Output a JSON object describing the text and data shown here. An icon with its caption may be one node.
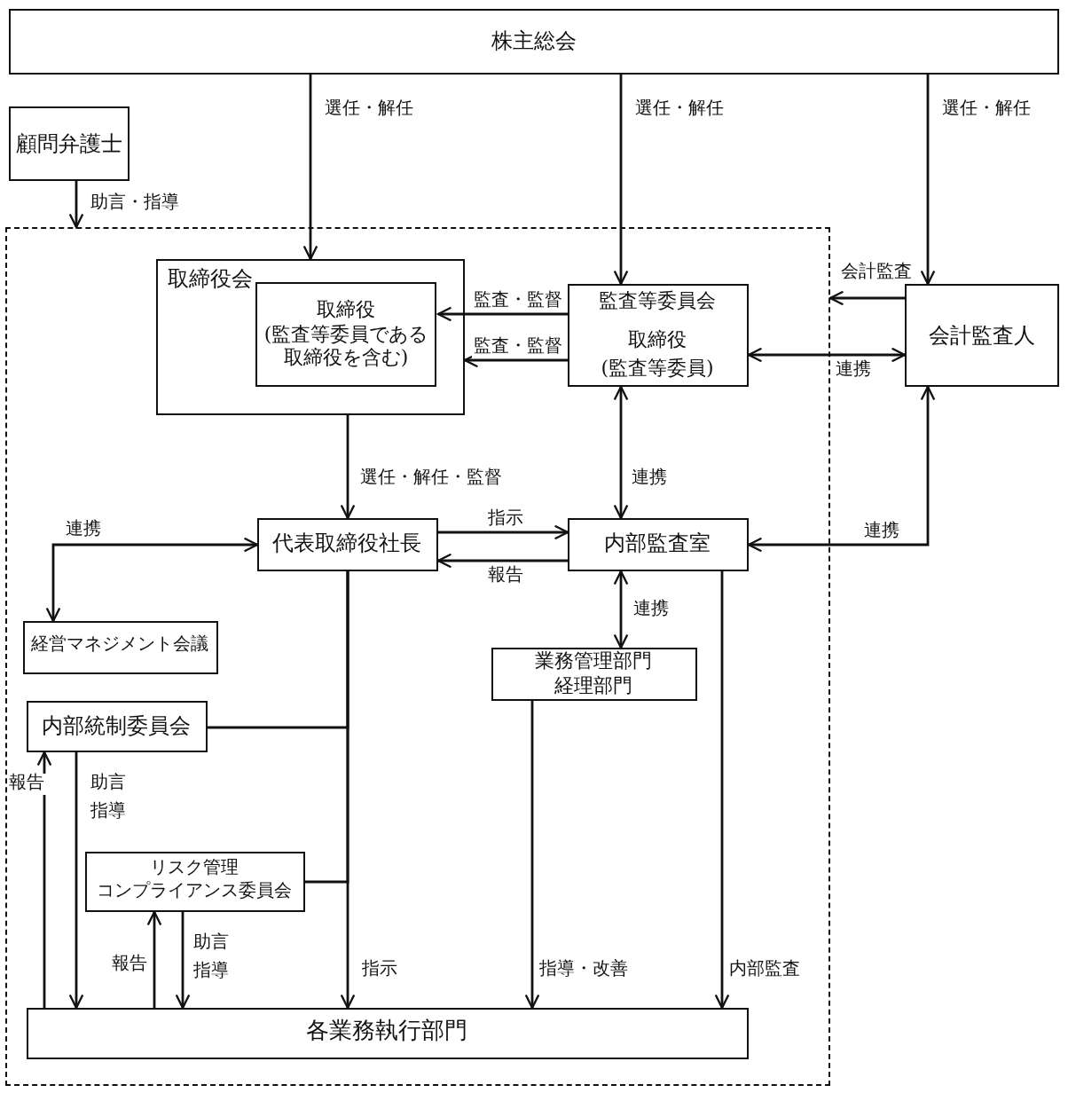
{
  "diagram": {
    "nodes": [
      {
        "text": [
          "株主総会"
        ]
      },
      {
        "text": [
          "顧問弁護士"
        ]
      },
      {
        "text": [],
        "shape": "box"
      },
      {
        "text": [
          "取締役会"
        ],
        "in": 2
      },
      {
        "text": [
          "取締役",
          "(監査等委員である取締役を含む)"
        ],
        "in": 3
      },
      {
        "text": [
          "監査等委員会",
          "取締役",
          "(監査等委員)"
        ],
        "in": 2
      },
      {
        "text": [
          "会計監査人"
        ]
      },
      {
        "text": [
          "代表取締役社長"
        ],
        "in": 2
      },
      {
        "text": [
          "内部監査室"
        ],
        "in": 2
      },
      {
        "text": [
          "経営マネジメント会議"
        ],
        "in": 2
      },
      {
        "text": [
          "内部統制委員会"
        ],
        "in": 2
      },
      {
        "text": [
          "業務管理部門",
          "経理部門"
        ],
        "in": 2
      },
      {
        "text": [
          "リスク管理",
          "コンプライアンス委員会"
        ],
        "in": 2
      },
      {
        "text": [
          "各業務執行部門"
        ],
        "in": 2
      }
    ],
    "edges": [
      {
        "from": 0,
        "to": 3,
        "arrow": "to",
        "label": "選任・解任"
      },
      {
        "from": 0,
        "to": 5,
        "arrow": "to",
        "label": "選任・解任"
      },
      {
        "from": 0,
        "to": 6,
        "arrow": "to",
        "label": "選任・解任"
      },
      {
        "from": 1,
        "to": 2,
        "arrow": "to",
        "label": "助言・指導"
      },
      {
        "from": 5,
        "to": 4,
        "arrow": "to",
        "label": "監査・監督"
      },
      {
        "from": 5,
        "to": 3,
        "arrow": "to",
        "label": "監査・監督"
      },
      {
        "from": 6,
        "to": 2,
        "arrow": "to",
        "label": "会計監査"
      },
      {
        "from": 5,
        "to": 6,
        "arrow": "both",
        "label": "連携"
      },
      {
        "from": 3,
        "to": 7,
        "arrow": "to",
        "label": "選任・解任・監督"
      },
      {
        "from": 5,
        "to": 8,
        "arrow": "both",
        "label": "連携"
      },
      {
        "from": 7,
        "to": 8,
        "arrow": "to",
        "label": "指示"
      },
      {
        "from": 8,
        "to": 7,
        "arrow": "to",
        "label": "報告"
      },
      {
        "from": 7,
        "to": 9,
        "arrow": "both",
        "label": "連携"
      },
      {
        "from": 6,
        "to": 8,
        "arrow": "both",
        "label": "連携"
      },
      {
        "from": 8,
        "to": 11,
        "arrow": "both",
        "label": "連携"
      },
      {
        "from": 7,
        "to": 13,
        "arrow": "to",
        "label": "指示"
      },
      {
        "from": 7,
        "to": 10,
        "arrow": "none"
      },
      {
        "from": 7,
        "to": 12,
        "arrow": "none"
      },
      {
        "from": 10,
        "to": 13,
        "arrow": "to",
        "label": "助言指導"
      },
      {
        "from": 13,
        "to": 10,
        "arrow": "to",
        "label": "報告"
      },
      {
        "from": 13,
        "to": 12,
        "arrow": "to",
        "label": "報告"
      },
      {
        "from": 12,
        "to": 13,
        "arrow": "to",
        "label": "助言指導"
      },
      {
        "from": 11,
        "to": 13,
        "arrow": "to",
        "label": "指導・改善"
      },
      {
        "from": 8,
        "to": 13,
        "arrow": "to",
        "label": "内部監査"
      }
    ]
  }
}
